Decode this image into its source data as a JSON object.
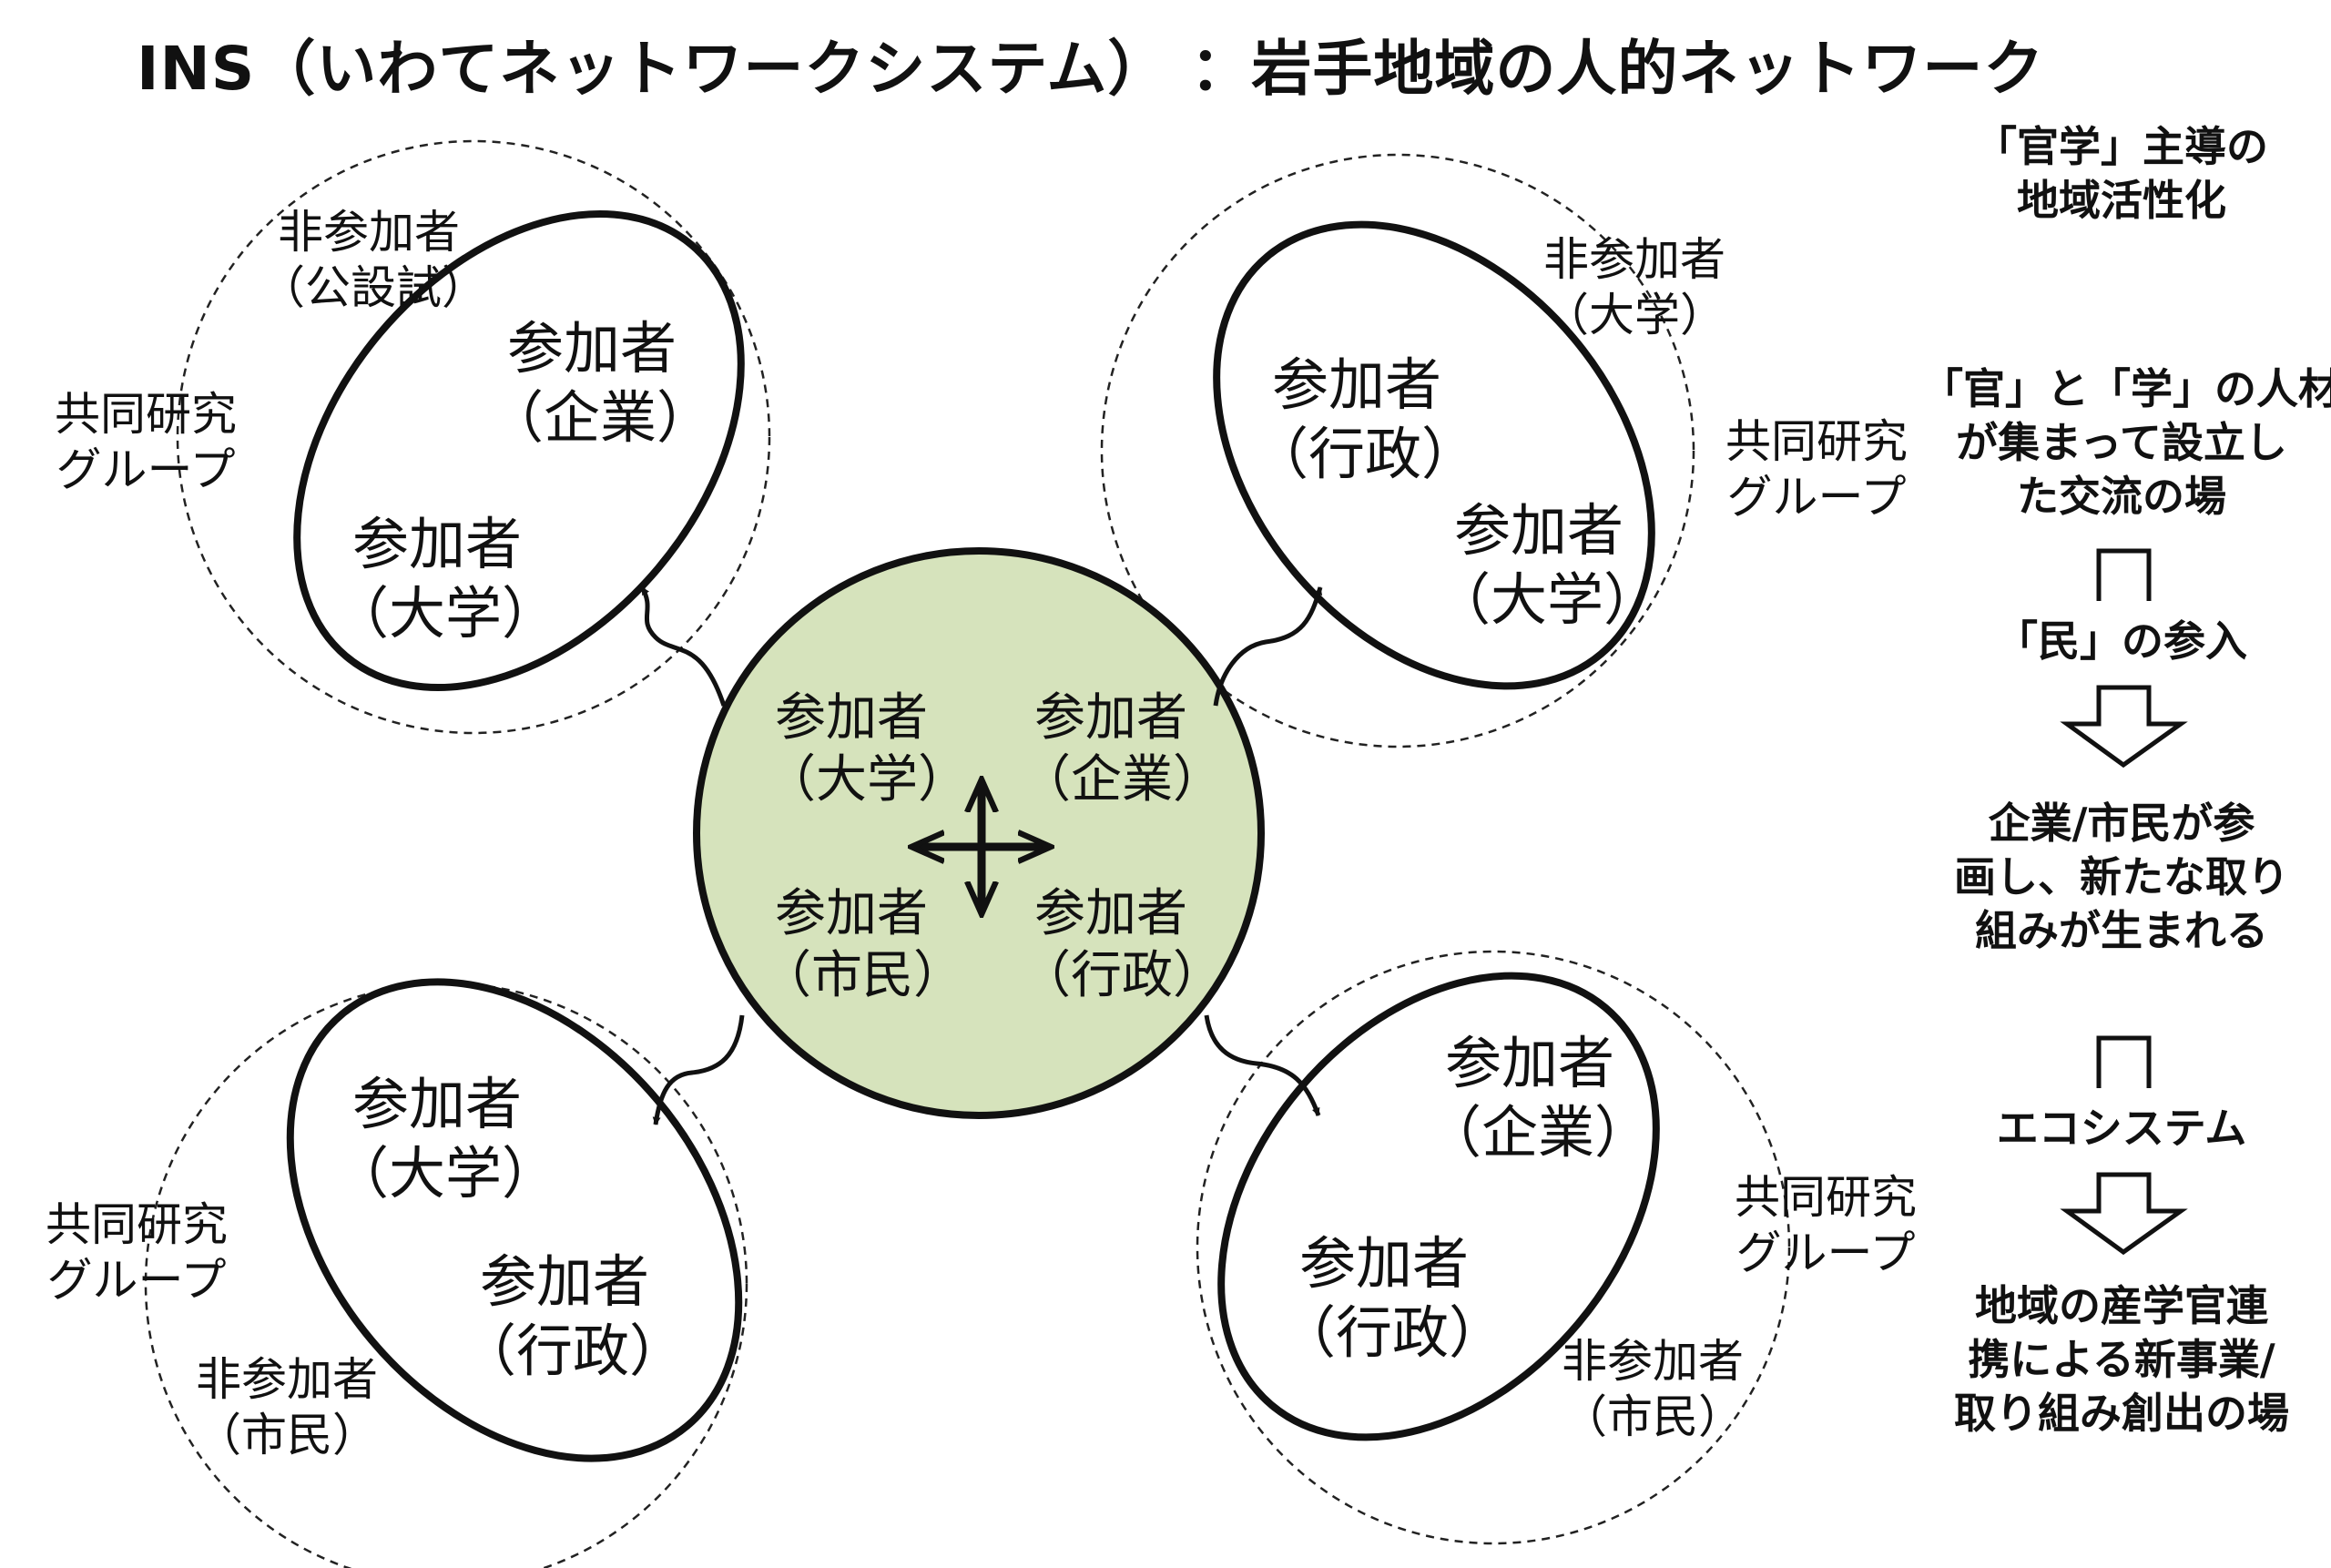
{
  "title": "INS（いわてネットワークシステム） ：岩手地域の人的ネットワーク",
  "colors": {
    "hub_fill": "#d6e3bc",
    "stroke": "#111111"
  },
  "hub": {
    "items": [
      {
        "line1": "参加者",
        "line2": "（大学）"
      },
      {
        "line1": "参加者",
        "line2": "（企業）"
      },
      {
        "line1": "参加者",
        "line2": "（市民）"
      },
      {
        "line1": "参加者",
        "line2": "（行政）"
      }
    ],
    "icon": "four-way-arrow-icon"
  },
  "groups": {
    "top_left": {
      "group_label": {
        "line1": "共同研究",
        "line2": "グループ"
      },
      "outside": {
        "line1": "非参加者",
        "line2": "（公設試）"
      },
      "members": [
        {
          "line1": "参加者",
          "line2": "（企業）"
        },
        {
          "line1": "参加者",
          "line2": "（大学）"
        }
      ]
    },
    "top_right": {
      "group_label": {
        "line1": "共同研究",
        "line2": "グループ"
      },
      "outside": {
        "line1": "非参加者",
        "line2": "（大学）"
      },
      "members": [
        {
          "line1": "参加者",
          "line2": "（行政）"
        },
        {
          "line1": "参加者",
          "line2": "（大学）"
        }
      ]
    },
    "bottom_left": {
      "group_label": {
        "line1": "共同研究",
        "line2": "グループ"
      },
      "outside": {
        "line1": "非参加者",
        "line2": "（市民）"
      },
      "members": [
        {
          "line1": "参加者",
          "line2": "（大学）"
        },
        {
          "line1": "参加者",
          "line2": "（行政）"
        }
      ]
    },
    "bottom_right": {
      "group_label": {
        "line1": "共同研究",
        "line2": "グループ"
      },
      "outside": {
        "line1": "非参加者",
        "line2": "（市民）"
      },
      "members": [
        {
          "line1": "参加者",
          "line2": "（企業）"
        },
        {
          "line1": "参加者",
          "line2": "（行政）"
        }
      ]
    }
  },
  "flow": {
    "step1": {
      "line1": "「官学」主導の",
      "line2": "地域活性化"
    },
    "step2": {
      "line1": "「官」と「学」の人材",
      "line2": "が集まって設立し",
      "line3": "た交流の場"
    },
    "symbol1": "⊓",
    "step3": "「民」の参入",
    "step4": {
      "line1": "企業/市民が参",
      "line2": "画し、新たな取り",
      "line3": "組みが生まれる"
    },
    "symbol2": "⊓",
    "step5": "エコシステム",
    "step6": {
      "line1": "地域の産学官連",
      "line2": "携による新事業/",
      "line3": "取り組み創出の場"
    }
  }
}
